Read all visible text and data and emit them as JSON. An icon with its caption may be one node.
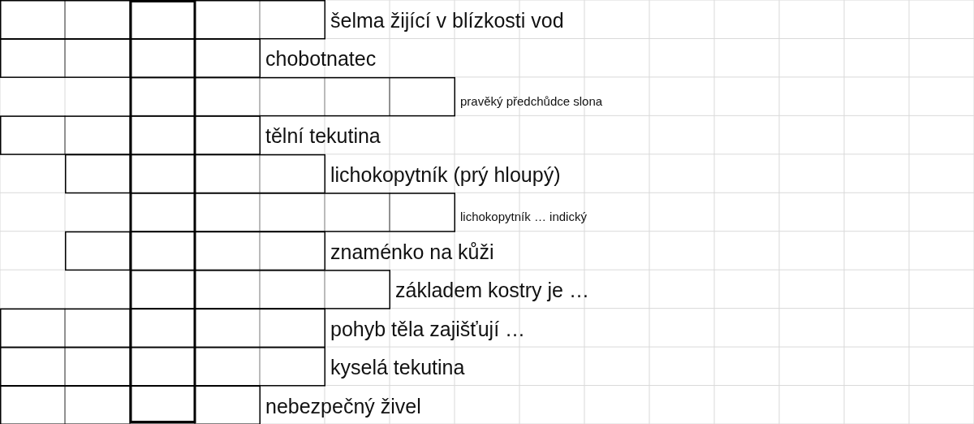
{
  "diagram": {
    "labels": [
      "šelma žijící v blízkosti vod",
      "chobotnatec",
      "pravěký předchůdce slona",
      "tělní tekutina",
      "lichokopytník (prý hloupý)",
      "lichokopytník … indický",
      "znaménko na kůži",
      "základem kostry je …",
      "pohyb těla zajišťují …",
      "kyselá tekutina",
      "nebezpečný živel"
    ]
  }
}
